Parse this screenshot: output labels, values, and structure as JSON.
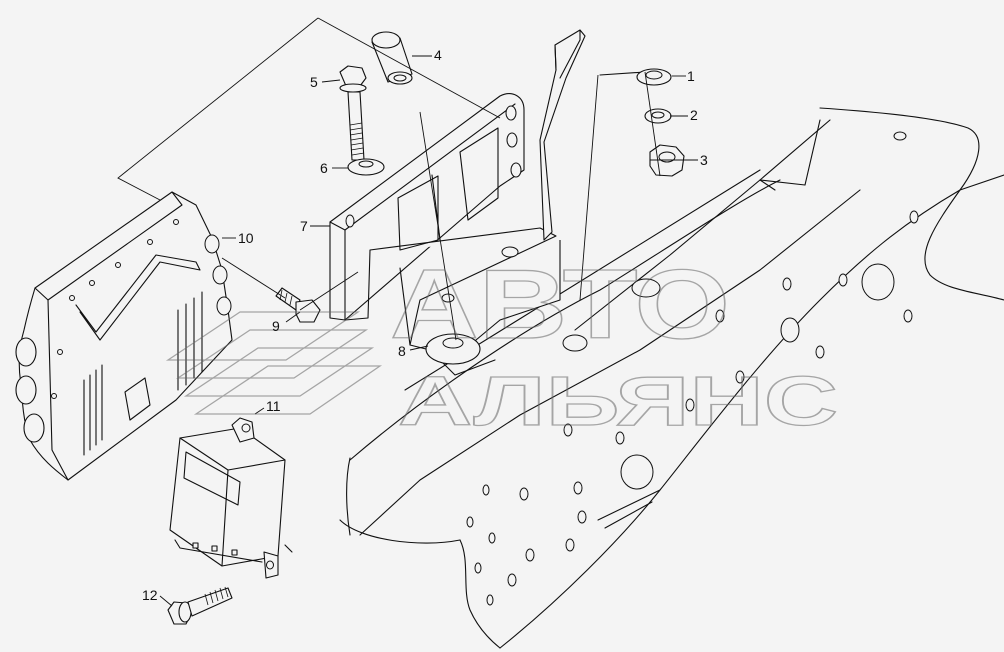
{
  "callouts": [
    {
      "id": "1",
      "label": "1"
    },
    {
      "id": "2",
      "label": "2"
    },
    {
      "id": "3",
      "label": "3"
    },
    {
      "id": "4",
      "label": "4"
    },
    {
      "id": "5",
      "label": "5"
    },
    {
      "id": "6",
      "label": "6"
    },
    {
      "id": "7",
      "label": "7"
    },
    {
      "id": "8",
      "label": "8"
    },
    {
      "id": "9",
      "label": "9"
    },
    {
      "id": "10",
      "label": "10"
    },
    {
      "id": "11",
      "label": "11"
    },
    {
      "id": "12",
      "label": "12"
    }
  ],
  "watermark": {
    "line1": "АВТО",
    "line2": "АЛЬЯНС"
  },
  "colors": {
    "background": "#f4f4f4",
    "line": "#111111",
    "watermark": "#666666"
  }
}
